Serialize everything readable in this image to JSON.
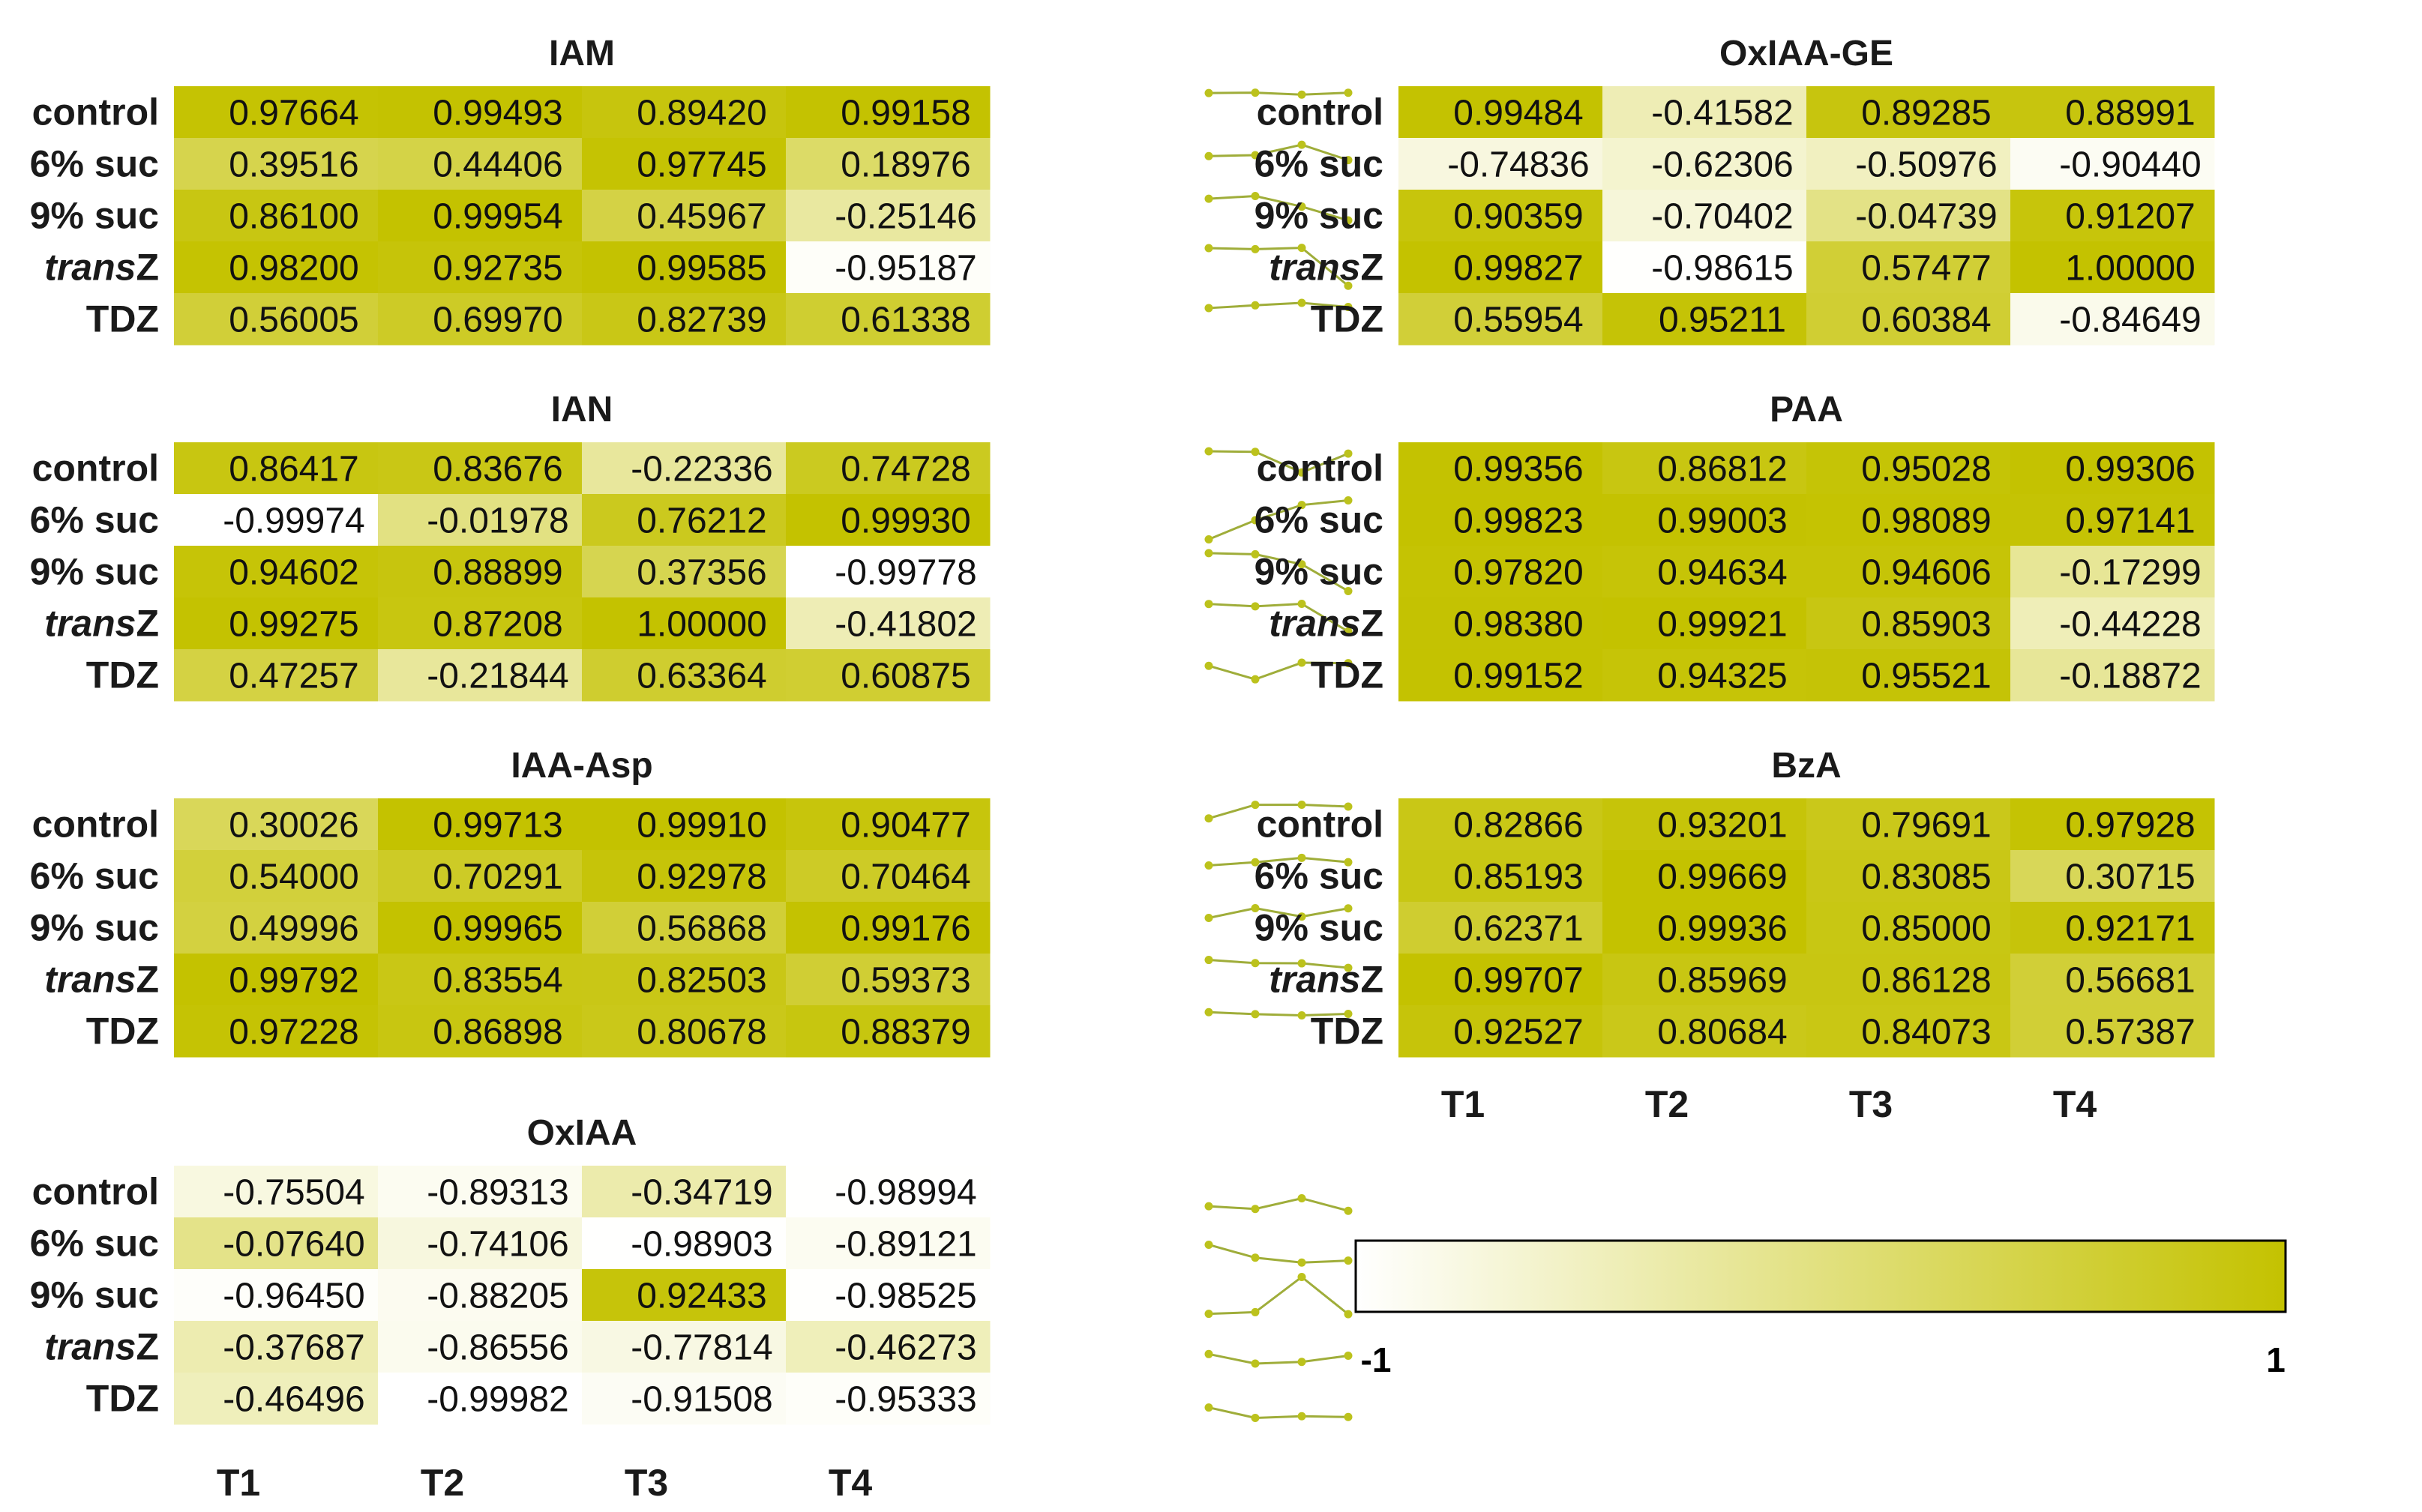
{
  "chart_data": {
    "type": "heatmap",
    "colormap": {
      "low": -1,
      "high": 1,
      "low_color": "#ffffff",
      "high_color": "#c4c200"
    },
    "colorbar": {
      "min_label": "-1",
      "max_label": "1"
    },
    "x_labels": [
      "T1",
      "T2",
      "T3",
      "T4"
    ],
    "row_labels": [
      "control",
      "6% suc",
      "9% suc",
      "transZ",
      "TDZ"
    ],
    "panels": [
      {
        "title": "IAM",
        "values": [
          [
            0.97664,
            0.99493,
            0.8942,
            0.99158
          ],
          [
            0.39516,
            0.44406,
            0.97745,
            0.18976
          ],
          [
            0.861,
            0.99954,
            0.45967,
            -0.25146
          ],
          [
            0.982,
            0.92735,
            0.99585,
            -0.95187
          ],
          [
            0.56005,
            0.6997,
            0.82739,
            0.61338
          ]
        ],
        "labels": [
          [
            "0.97664",
            "0.99493",
            "0.89420",
            "0.99158"
          ],
          [
            "0.39516",
            "0.44406",
            "0.97745",
            "0.18976"
          ],
          [
            "0.86100",
            "0.99954",
            "0.45967",
            "-0.25146"
          ],
          [
            "0.98200",
            "0.92735",
            "0.99585",
            "-0.95187"
          ],
          [
            "0.56005",
            "0.69970",
            "0.82739",
            "0.61338"
          ]
        ]
      },
      {
        "title": "OxIAA-GE",
        "values": [
          [
            0.99484,
            -0.41582,
            0.89285,
            0.88991
          ],
          [
            -0.74836,
            -0.62306,
            -0.50976,
            -0.9044
          ],
          [
            0.90359,
            -0.70402,
            -0.04739,
            0.91207
          ],
          [
            0.99827,
            -0.98615,
            0.57477,
            1.0
          ],
          [
            0.55954,
            0.95211,
            0.60384,
            -0.84649
          ]
        ],
        "labels": [
          [
            "0.99484",
            "-0.41582",
            "0.89285",
            "0.88991"
          ],
          [
            "-0.74836",
            "-0.62306",
            "-0.50976",
            "-0.90440"
          ],
          [
            "0.90359",
            "-0.70402",
            "-0.04739",
            "0.91207"
          ],
          [
            "0.99827",
            "-0.98615",
            "0.57477",
            "1.00000"
          ],
          [
            "0.55954",
            "0.95211",
            "0.60384",
            "-0.84649"
          ]
        ]
      },
      {
        "title": "IAN",
        "values": [
          [
            0.86417,
            0.83676,
            -0.22336,
            0.74728
          ],
          [
            -0.99974,
            -0.01978,
            0.76212,
            0.9993
          ],
          [
            0.94602,
            0.88899,
            0.37356,
            -0.99778
          ],
          [
            0.99275,
            0.87208,
            1.0,
            -0.41802
          ],
          [
            0.47257,
            -0.21844,
            0.63364,
            0.60875
          ]
        ],
        "labels": [
          [
            "0.86417",
            "0.83676",
            "-0.22336",
            "0.74728"
          ],
          [
            "-0.99974",
            "-0.01978",
            "0.76212",
            "0.99930"
          ],
          [
            "0.94602",
            "0.88899",
            "0.37356",
            "-0.99778"
          ],
          [
            "0.99275",
            "0.87208",
            "1.00000",
            "-0.41802"
          ],
          [
            "0.47257",
            "-0.21844",
            "0.63364",
            "0.60875"
          ]
        ]
      },
      {
        "title": "PAA",
        "values": [
          [
            0.99356,
            0.86812,
            0.95028,
            0.99306
          ],
          [
            0.99823,
            0.99003,
            0.98089,
            0.97141
          ],
          [
            0.9782,
            0.94634,
            0.94606,
            -0.17299
          ],
          [
            0.9838,
            0.99921,
            0.85903,
            -0.44228
          ],
          [
            0.99152,
            0.94325,
            0.95521,
            -0.18872
          ]
        ],
        "labels": [
          [
            "0.99356",
            "0.86812",
            "0.95028",
            "0.99306"
          ],
          [
            "0.99823",
            "0.99003",
            "0.98089",
            "0.97141"
          ],
          [
            "0.97820",
            "0.94634",
            "0.94606",
            "-0.17299"
          ],
          [
            "0.98380",
            "0.99921",
            "0.85903",
            "-0.44228"
          ],
          [
            "0.99152",
            "0.94325",
            "0.95521",
            "-0.18872"
          ]
        ]
      },
      {
        "title": "IAA-Asp",
        "values": [
          [
            0.30026,
            0.99713,
            0.9991,
            0.90477
          ],
          [
            0.54,
            0.70291,
            0.92978,
            0.70464
          ],
          [
            0.49996,
            0.99965,
            0.56868,
            0.99176
          ],
          [
            0.99792,
            0.83554,
            0.82503,
            0.59373
          ],
          [
            0.97228,
            0.86898,
            0.80678,
            0.88379
          ]
        ],
        "labels": [
          [
            "0.30026",
            "0.99713",
            "0.99910",
            "0.90477"
          ],
          [
            "0.54000",
            "0.70291",
            "0.92978",
            "0.70464"
          ],
          [
            "0.49996",
            "0.99965",
            "0.56868",
            "0.99176"
          ],
          [
            "0.99792",
            "0.83554",
            "0.82503",
            "0.59373"
          ],
          [
            "0.97228",
            "0.86898",
            "0.80678",
            "0.88379"
          ]
        ]
      },
      {
        "title": "BzA",
        "values": [
          [
            0.82866,
            0.93201,
            0.79691,
            0.97928
          ],
          [
            0.85193,
            0.99669,
            0.83085,
            0.30715
          ],
          [
            0.62371,
            0.99936,
            0.85,
            0.92171
          ],
          [
            0.99707,
            0.85969,
            0.86128,
            0.56681
          ],
          [
            0.92527,
            0.80684,
            0.84073,
            0.57387
          ]
        ],
        "labels": [
          [
            "0.82866",
            "0.93201",
            "0.79691",
            "0.97928"
          ],
          [
            "0.85193",
            "0.99669",
            "0.83085",
            "0.30715"
          ],
          [
            "0.62371",
            "0.99936",
            "0.85000",
            "0.92171"
          ],
          [
            "0.99707",
            "0.85969",
            "0.86128",
            "0.56681"
          ],
          [
            "0.92527",
            "0.80684",
            "0.84073",
            "0.57387"
          ]
        ]
      },
      {
        "title": "OxIAA",
        "values": [
          [
            -0.75504,
            -0.89313,
            -0.34719,
            -0.98994
          ],
          [
            -0.0764,
            -0.74106,
            -0.98903,
            -0.89121
          ],
          [
            -0.9645,
            -0.88205,
            0.92433,
            -0.98525
          ],
          [
            -0.37687,
            -0.86556,
            -0.77814,
            -0.46273
          ],
          [
            -0.46496,
            -0.99982,
            -0.91508,
            -0.95333
          ]
        ],
        "labels": [
          [
            "-0.75504",
            "-0.89313",
            "-0.34719",
            "-0.98994"
          ],
          [
            "-0.07640",
            "-0.74106",
            "-0.98903",
            "-0.89121"
          ],
          [
            "-0.96450",
            "-0.88205",
            "0.92433",
            "-0.98525"
          ],
          [
            "-0.37687",
            "-0.86556",
            "-0.77814",
            "-0.46273"
          ],
          [
            "-0.46496",
            "-0.99982",
            "-0.91508",
            "-0.95333"
          ]
        ]
      }
    ]
  }
}
